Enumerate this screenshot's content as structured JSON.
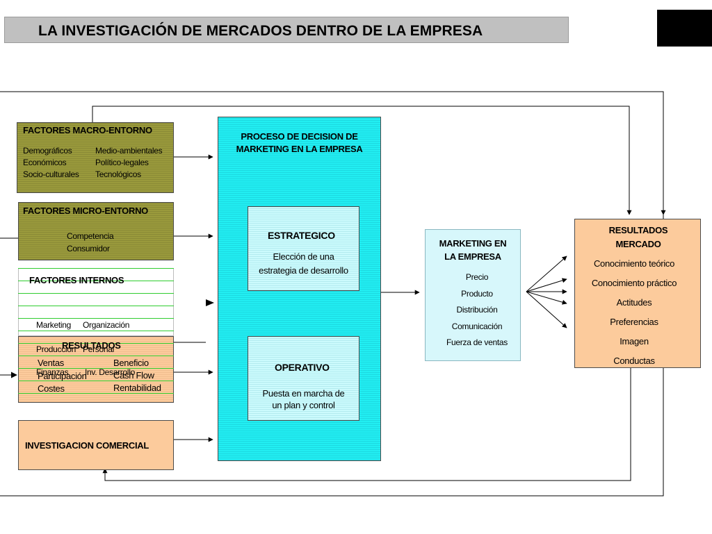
{
  "title": "LA INVESTIGACIÓN DE MERCADOS DENTRO DE LA EMPRESA",
  "macro": {
    "title": "FACTORES MACRO-ENTORNO",
    "col1": [
      "Demográficos",
      "Económicos",
      "Socio-culturales"
    ],
    "col2": [
      "Medio-ambientales",
      "Político-legales",
      "Tecnológicos"
    ]
  },
  "micro": {
    "title": "FACTORES MICRO-ENTORNO",
    "items": [
      "Competencia",
      "Consumidor"
    ]
  },
  "internos": {
    "title": "FACTORES INTERNOS",
    "row1": [
      "Marketing",
      "Organización"
    ],
    "row2": [
      "Producción",
      "Personal"
    ],
    "row3": [
      "Finanzas",
      "Inv. Desarrollo"
    ]
  },
  "resultados_left": {
    "title": "RESULTADOS",
    "col1": [
      "Ventas",
      "Participación",
      "Costes"
    ],
    "col2": [
      "Beneficio",
      "Cash Flow",
      "Rentabilidad"
    ]
  },
  "investigacion": {
    "title": "INVESTIGACION COMERCIAL"
  },
  "proceso": {
    "title_line1": "PROCESO DE DECISION DE",
    "title_line2": "MARKETING EN LA EMPRESA"
  },
  "estrategico": {
    "title": "ESTRATEGICO",
    "line1": "Elección de una",
    "line2": "estrategia de desarrollo"
  },
  "operativo": {
    "title": "OPERATIVO",
    "line1": "Puesta en marcha de",
    "line2": "un plan y control"
  },
  "marketing": {
    "title_line1": "MARKETING EN",
    "title_line2": "LA EMPRESA",
    "items": [
      "Precio",
      "Producto",
      "Distribución",
      "Comunicación",
      "Fuerza de ventas"
    ]
  },
  "resultados_mercado": {
    "title_line1": "RESULTADOS",
    "title_line2": "MERCADO",
    "items": [
      "Conocimiento teórico",
      "Conocimiento práctico",
      "Actitudes",
      "Preferencias",
      "Imagen",
      "Conductas"
    ]
  },
  "colors": {
    "olive": "#9a9a3c",
    "peach": "#fccb9c",
    "cyan": "#22eef2",
    "light_cyan": "#ccfbfd",
    "title_bar": "#c0c0c0"
  }
}
